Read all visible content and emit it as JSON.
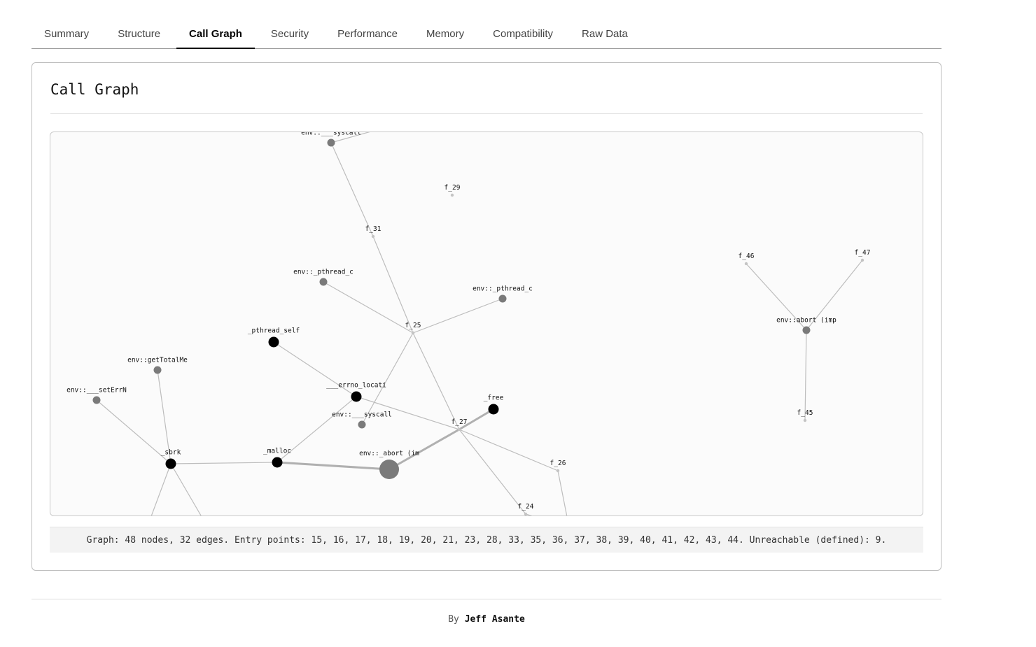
{
  "tabs": [
    {
      "label": "Summary",
      "active": false
    },
    {
      "label": "Structure",
      "active": false
    },
    {
      "label": "Call Graph",
      "active": true
    },
    {
      "label": "Security",
      "active": false
    },
    {
      "label": "Performance",
      "active": false
    },
    {
      "label": "Memory",
      "active": false
    },
    {
      "label": "Compatibility",
      "active": false
    },
    {
      "label": "Raw Data",
      "active": false
    }
  ],
  "card": {
    "title": "Call Graph"
  },
  "graph": {
    "nodes": [
      {
        "id": "syscall_top",
        "label": "env::___syscall",
        "kind": "import"
      },
      {
        "id": "f_29",
        "label": "f_29",
        "kind": "internal"
      },
      {
        "id": "f_31",
        "label": "f_31",
        "kind": "internal"
      },
      {
        "id": "pthread_c1",
        "label": "env::_pthread_c",
        "kind": "import"
      },
      {
        "id": "pthread_c2",
        "label": "env::_pthread_c",
        "kind": "import"
      },
      {
        "id": "f_25",
        "label": "f_25",
        "kind": "internal"
      },
      {
        "id": "pthread_self",
        "label": "_pthread_self",
        "kind": "export"
      },
      {
        "id": "getTotalMe",
        "label": "env::getTotalMe",
        "kind": "import"
      },
      {
        "id": "setErrN",
        "label": "env::___setErrN",
        "kind": "import"
      },
      {
        "id": "errno_locati",
        "label": "___errno_locati",
        "kind": "export"
      },
      {
        "id": "syscall_mid",
        "label": "env::___syscall",
        "kind": "import"
      },
      {
        "id": "free",
        "label": "_free",
        "kind": "export"
      },
      {
        "id": "f_27",
        "label": "f_27",
        "kind": "internal"
      },
      {
        "id": "sbrk",
        "label": "_sbrk",
        "kind": "export"
      },
      {
        "id": "malloc",
        "label": "_malloc",
        "kind": "export"
      },
      {
        "id": "abort_im",
        "label": "env::_abort (im",
        "kind": "import-large"
      },
      {
        "id": "f_26",
        "label": "f_26",
        "kind": "internal"
      },
      {
        "id": "f_24",
        "label": "f_24",
        "kind": "internal"
      },
      {
        "id": "f_46",
        "label": "f_46",
        "kind": "internal"
      },
      {
        "id": "f_47",
        "label": "f_47",
        "kind": "internal"
      },
      {
        "id": "abort_imp",
        "label": "env::abort (imp",
        "kind": "import"
      },
      {
        "id": "f_45",
        "label": "f_45",
        "kind": "internal"
      }
    ],
    "edges": [
      [
        "f_31",
        "syscall_top",
        "normal"
      ],
      [
        "f_25",
        "f_31",
        "normal"
      ],
      [
        "f_25",
        "pthread_c1",
        "normal"
      ],
      [
        "f_25",
        "pthread_c2",
        "normal"
      ],
      [
        "f_25",
        "syscall_mid",
        "normal"
      ],
      [
        "f_25",
        "f_27",
        "normal"
      ],
      [
        "pthread_self",
        "errno_locati",
        "normal"
      ],
      [
        "errno_locati",
        "f_27",
        "normal"
      ],
      [
        "errno_locati",
        "malloc",
        "normal"
      ],
      [
        "f_27",
        "free",
        "thick"
      ],
      [
        "f_27",
        "abort_im",
        "thick"
      ],
      [
        "f_27",
        "f_26",
        "normal"
      ],
      [
        "f_27",
        "f_24",
        "normal"
      ],
      [
        "malloc",
        "abort_im",
        "thick"
      ],
      [
        "sbrk",
        "malloc",
        "normal"
      ],
      [
        "sbrk",
        "getTotalMe",
        "normal"
      ],
      [
        "sbrk",
        "setErrN",
        "normal"
      ],
      [
        "f_46",
        "abort_imp",
        "normal"
      ],
      [
        "f_47",
        "abort_imp",
        "normal"
      ],
      [
        "f_45",
        "abort_imp",
        "normal"
      ]
    ],
    "colors": {
      "export": "#000000",
      "import": "#7a7a7a",
      "internal": "#c4c4c4",
      "edge": "#bdbdbd",
      "edge_thick": "#b0b0b0"
    }
  },
  "stats": {
    "text": "Graph: 48 nodes, 32 edges. Entry points: 15, 16, 17, 18, 19, 20, 21, 23, 28, 33, 35, 36, 37, 38, 39, 40, 41, 42, 43, 44. Unreachable (defined): 9."
  },
  "footer": {
    "by": "By",
    "author": "Jeff Asante"
  }
}
